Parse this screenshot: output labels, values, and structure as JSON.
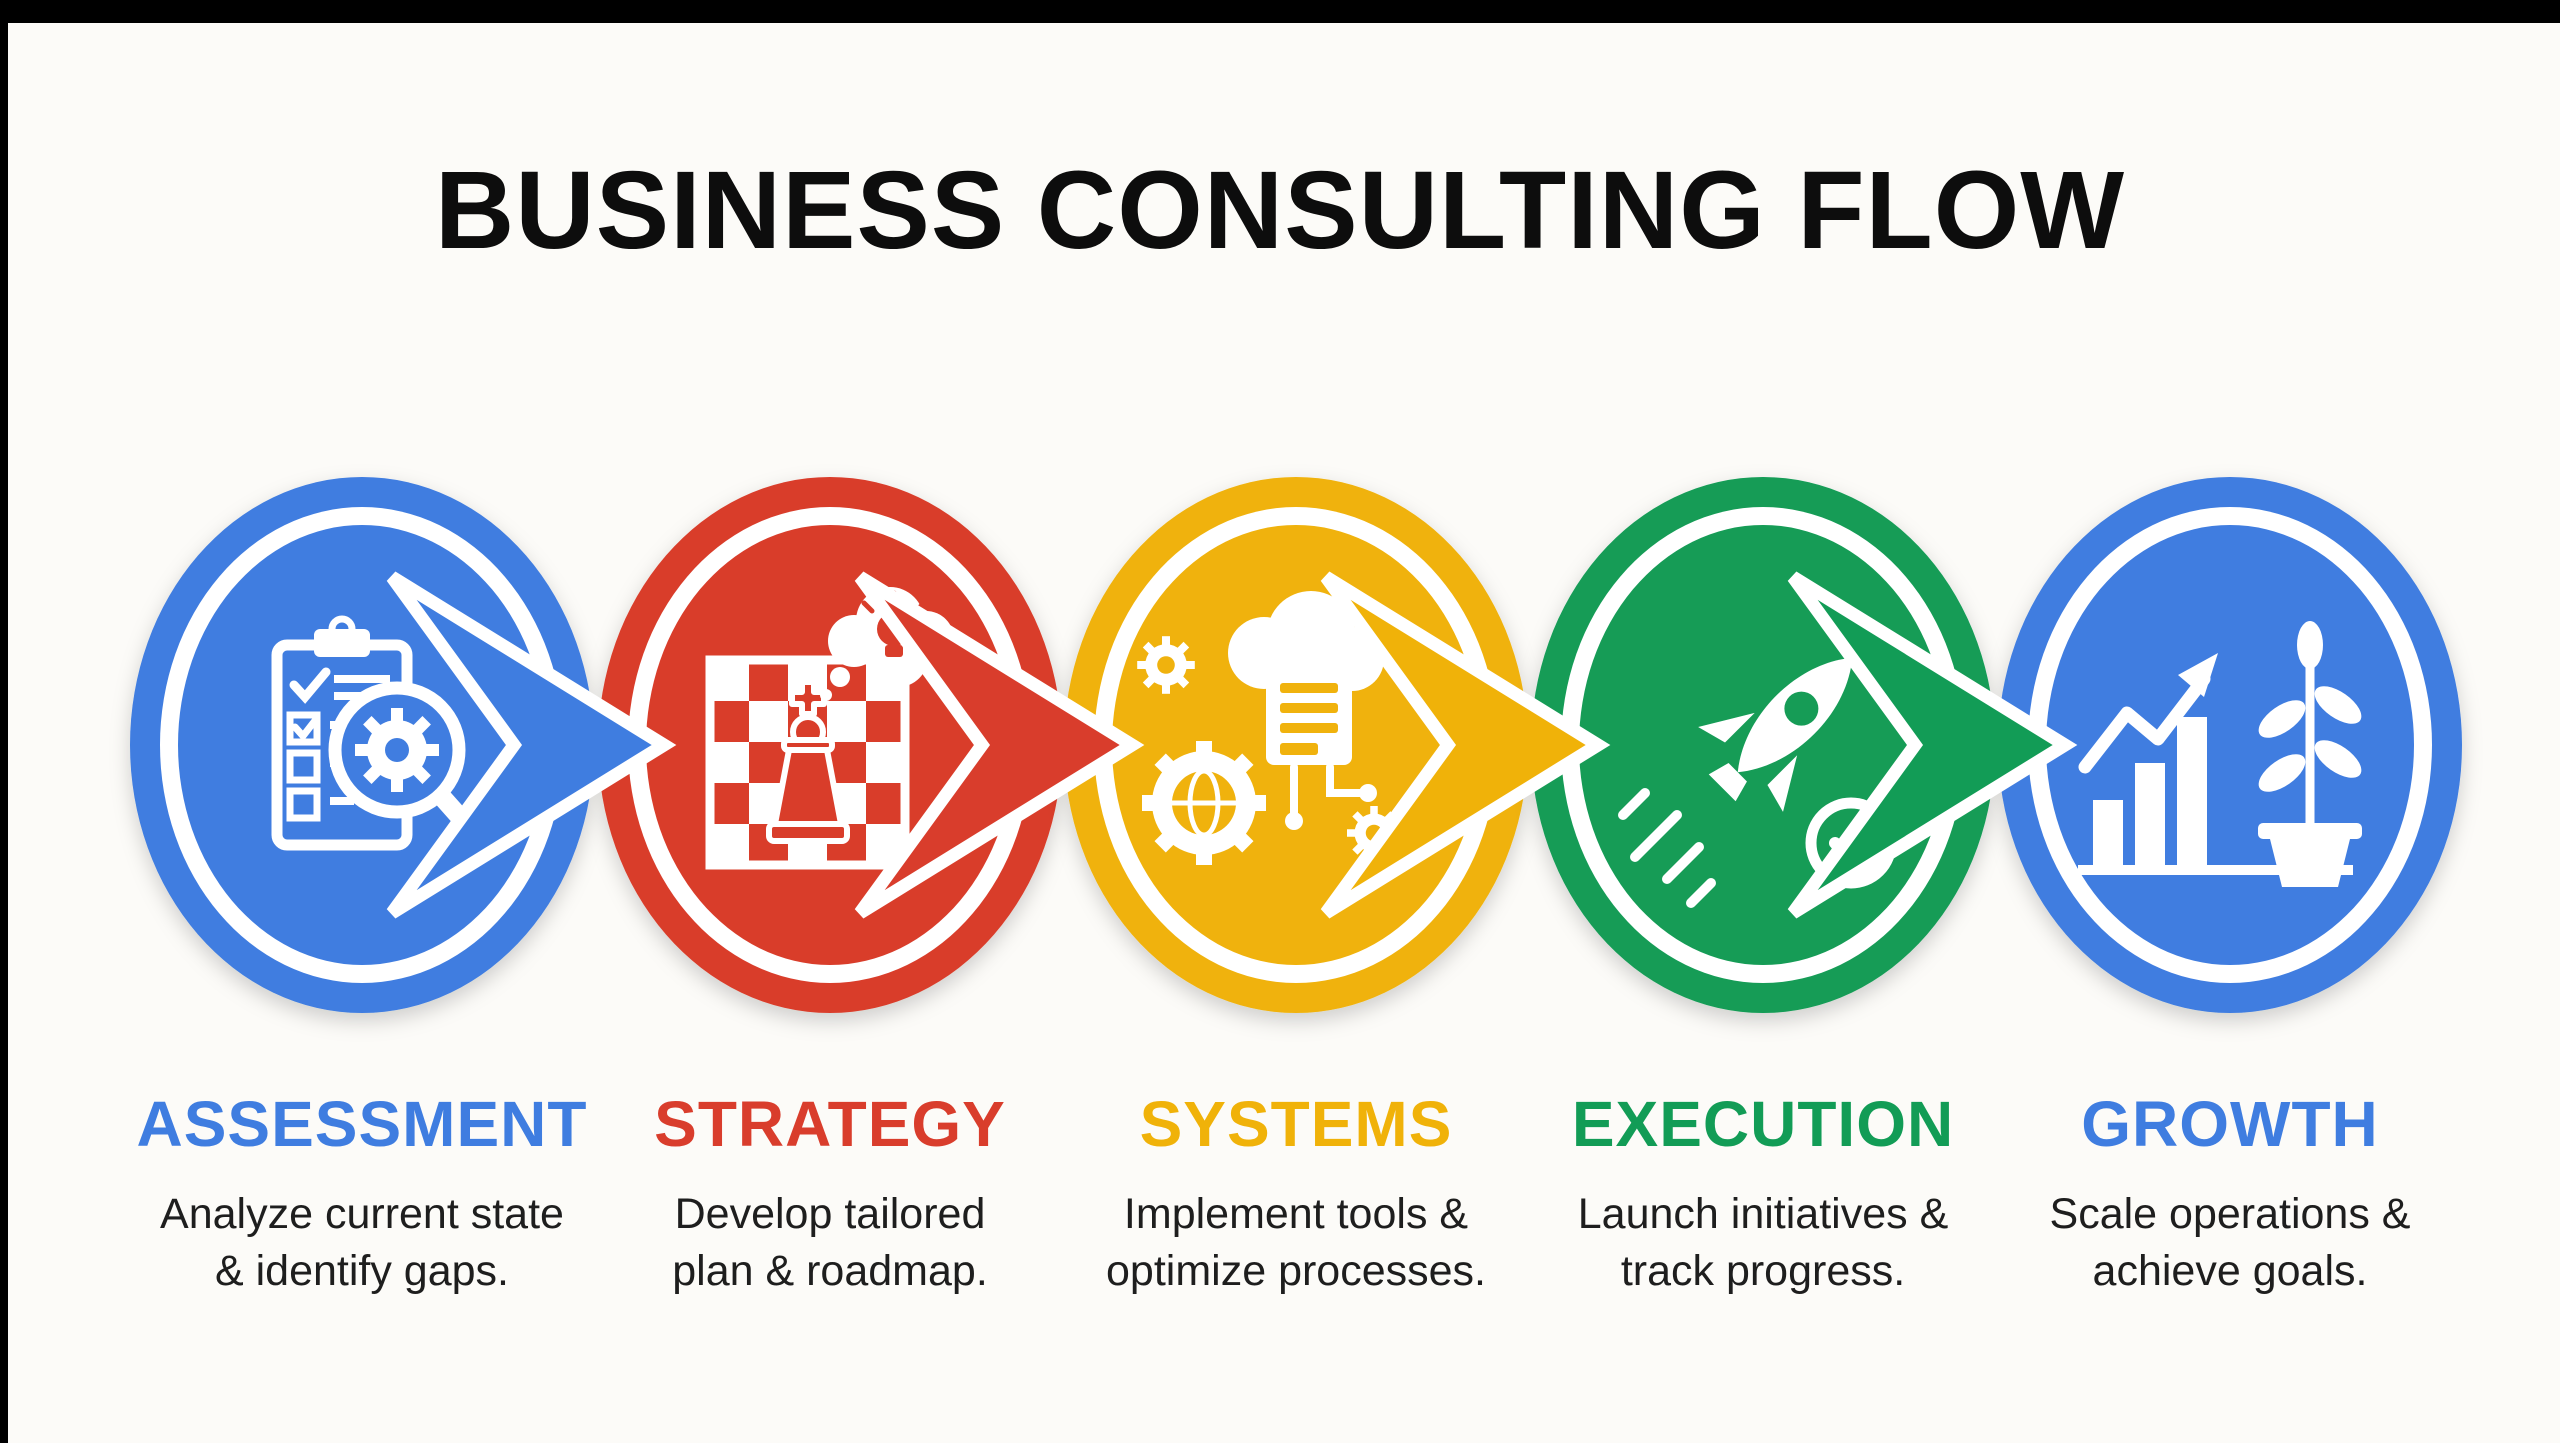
{
  "page": {
    "title": "BUSINESS CONSULTING FLOW",
    "title_color": "#0d0d0d",
    "background_color": "#fcfbf8",
    "top_bar_color": "#000000",
    "left_edge_color": "#000000",
    "description_text_color": "#1e1e1e",
    "ring_color": "#ffffff",
    "icon_color": "#ffffff"
  },
  "steps": [
    {
      "name": "ASSESSMENT",
      "color": "#3f7de0",
      "icon": "clipboard-checklist-magnifier-gear-icon",
      "lines": [
        "Analyze current state",
        "& identify gaps."
      ]
    },
    {
      "name": "STRATEGY",
      "color": "#d93d2c",
      "icon": "chessboard-king-idea-bulb-icon",
      "lines": [
        "Develop tailored",
        "plan & roadmap."
      ]
    },
    {
      "name": "SYSTEMS",
      "color": "#f0b209",
      "icon": "cloud-server-gears-icon",
      "lines": [
        "Implement tools &",
        "optimize processes."
      ]
    },
    {
      "name": "EXECUTION",
      "color": "#129c56",
      "icon": "rocket-launch-check-icon",
      "lines": [
        "Launch initiatives &",
        "track progress."
      ]
    },
    {
      "name": "GROWTH",
      "color": "#3f7de0",
      "icon": "bar-chart-plant-growth-icon",
      "lines": [
        "Scale operations &",
        "achieve goals."
      ]
    }
  ]
}
